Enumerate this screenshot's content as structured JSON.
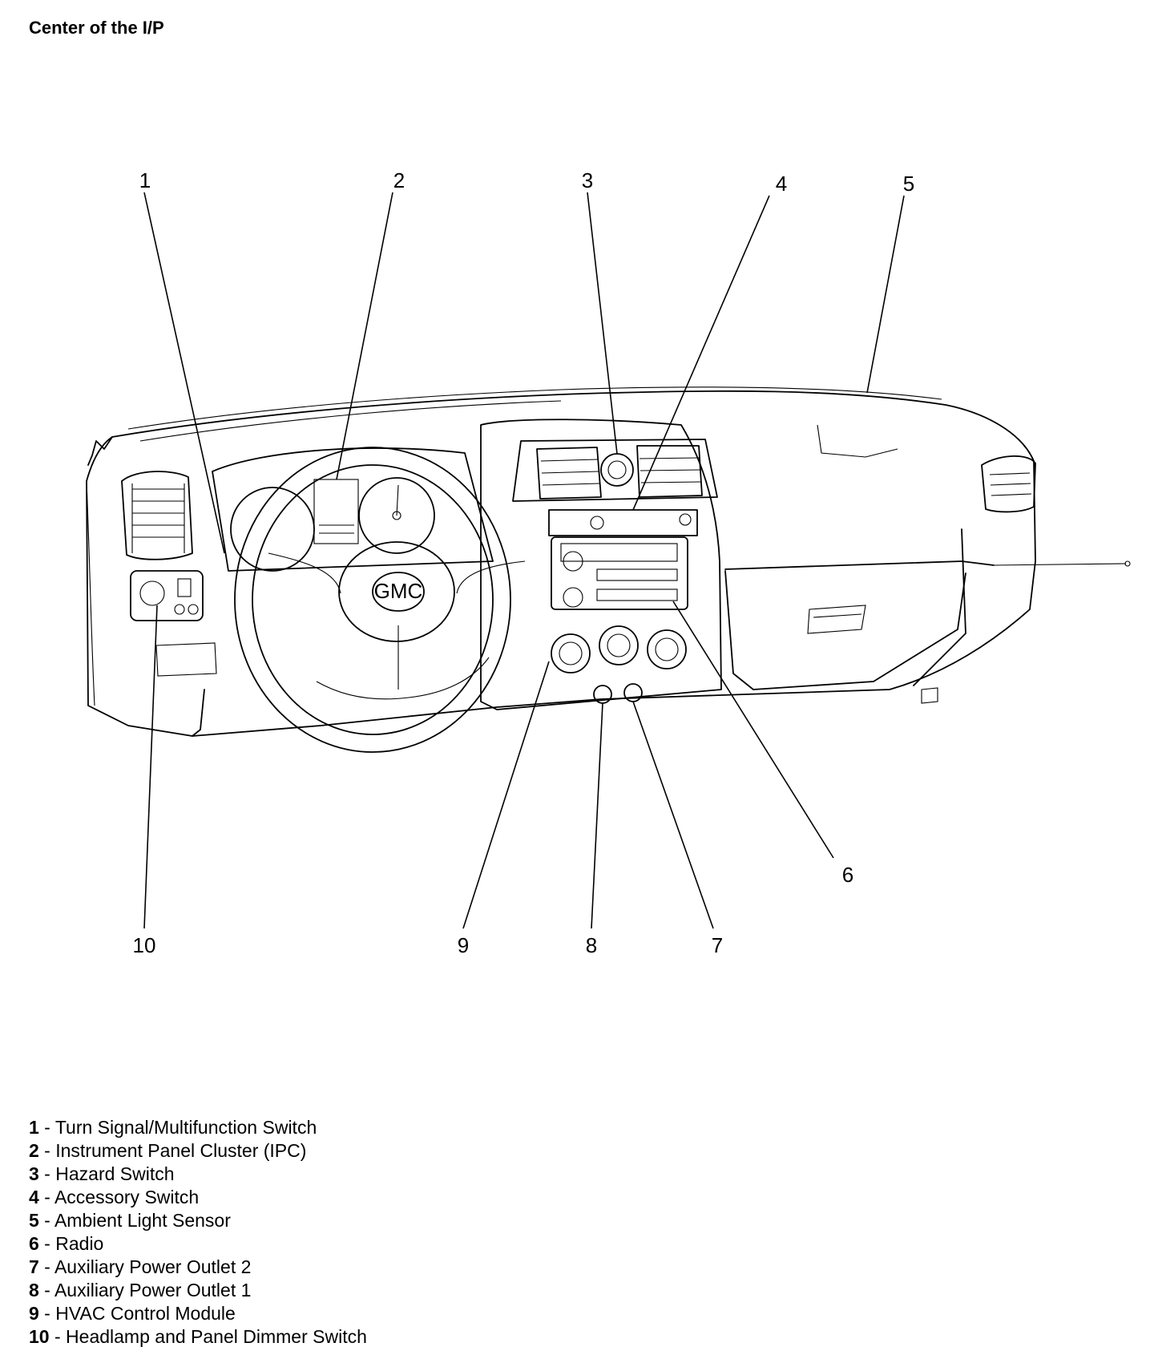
{
  "title": "Center of the I/P",
  "callouts": [
    "1",
    "2",
    "3",
    "4",
    "5",
    "6",
    "7",
    "8",
    "9",
    "10"
  ],
  "logo_text": "GMC",
  "legend": [
    {
      "num": "1",
      "sep": " - ",
      "text": "Turn Signal/Multifunction Switch"
    },
    {
      "num": "2",
      "sep": " - ",
      "text": "Instrument Panel Cluster (IPC)"
    },
    {
      "num": "3",
      "sep": " - ",
      "text": "Hazard Switch"
    },
    {
      "num": "4",
      "sep": " - ",
      "text": "Accessory Switch"
    },
    {
      "num": "5",
      "sep": " - ",
      "text": "Ambient Light Sensor"
    },
    {
      "num": "6",
      "sep": " - ",
      "text": "Radio"
    },
    {
      "num": "7",
      "sep": " - ",
      "text": "Auxiliary Power Outlet 2"
    },
    {
      "num": "8",
      "sep": " - ",
      "text": "Auxiliary Power Outlet 1"
    },
    {
      "num": "9",
      "sep": " - ",
      "text": "HVAC Control Module"
    },
    {
      "num": "10",
      "sep": " - ",
      "text": "Headlamp and Panel Dimmer Switch"
    }
  ]
}
